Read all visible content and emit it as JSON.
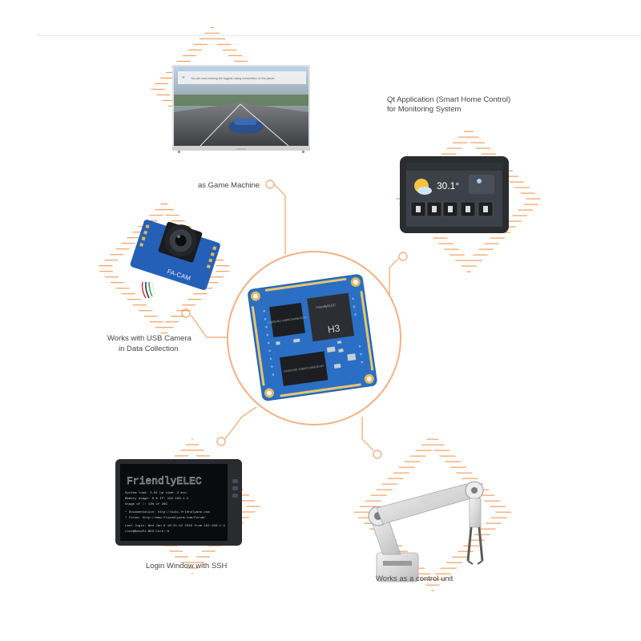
{
  "captions": {
    "game": "as Game Machine",
    "qt_line1": "Qt Application (Smart Home Control)",
    "qt_line2": "for Monitoring System",
    "usb_line1": "Works with USB Camera",
    "usb_line2": "in Data Collection",
    "ssh": "Login Window with SSH",
    "control": "Works as a control unit"
  },
  "tv_screen": {
    "banner": "You are now entering the biggest racing competition on the planet",
    "brand": "PHILIPS"
  },
  "tablet_screen": {
    "temperature": "30.1°",
    "secondary": "--"
  },
  "board": {
    "chip_main": "H3",
    "chip_main_sub": "H3",
    "brand": "FriendlyELEC",
    "ram_label": "SAMSUNG K4B4G1646E-BCK0",
    "ram_label_2": "SAMSUNG K4B4G1646E-BCK0"
  },
  "camera": {
    "label": "FA-CAM"
  },
  "terminal": {
    "banner": "FriendlyELEC",
    "lines": [
      "System load:   0.01   Up time:  2 min",
      "Memory usage:  8 %    IP:  192.168.1.2",
      "Usage of /:    13% of 29G",
      "* Documentation: http://wiki.friendlyarm.com",
      "* Forum: http://www.friendlyarm.com/Forum/",
      "Last login: Wed Jan  9 10:21:42 2019 from 192.168.1.3",
      "root@NanoPi-NEO-Core:~#"
    ]
  },
  "colors": {
    "accent": "#f0883a",
    "pcb": "#2a6fc4",
    "ring": "#f3b183"
  }
}
